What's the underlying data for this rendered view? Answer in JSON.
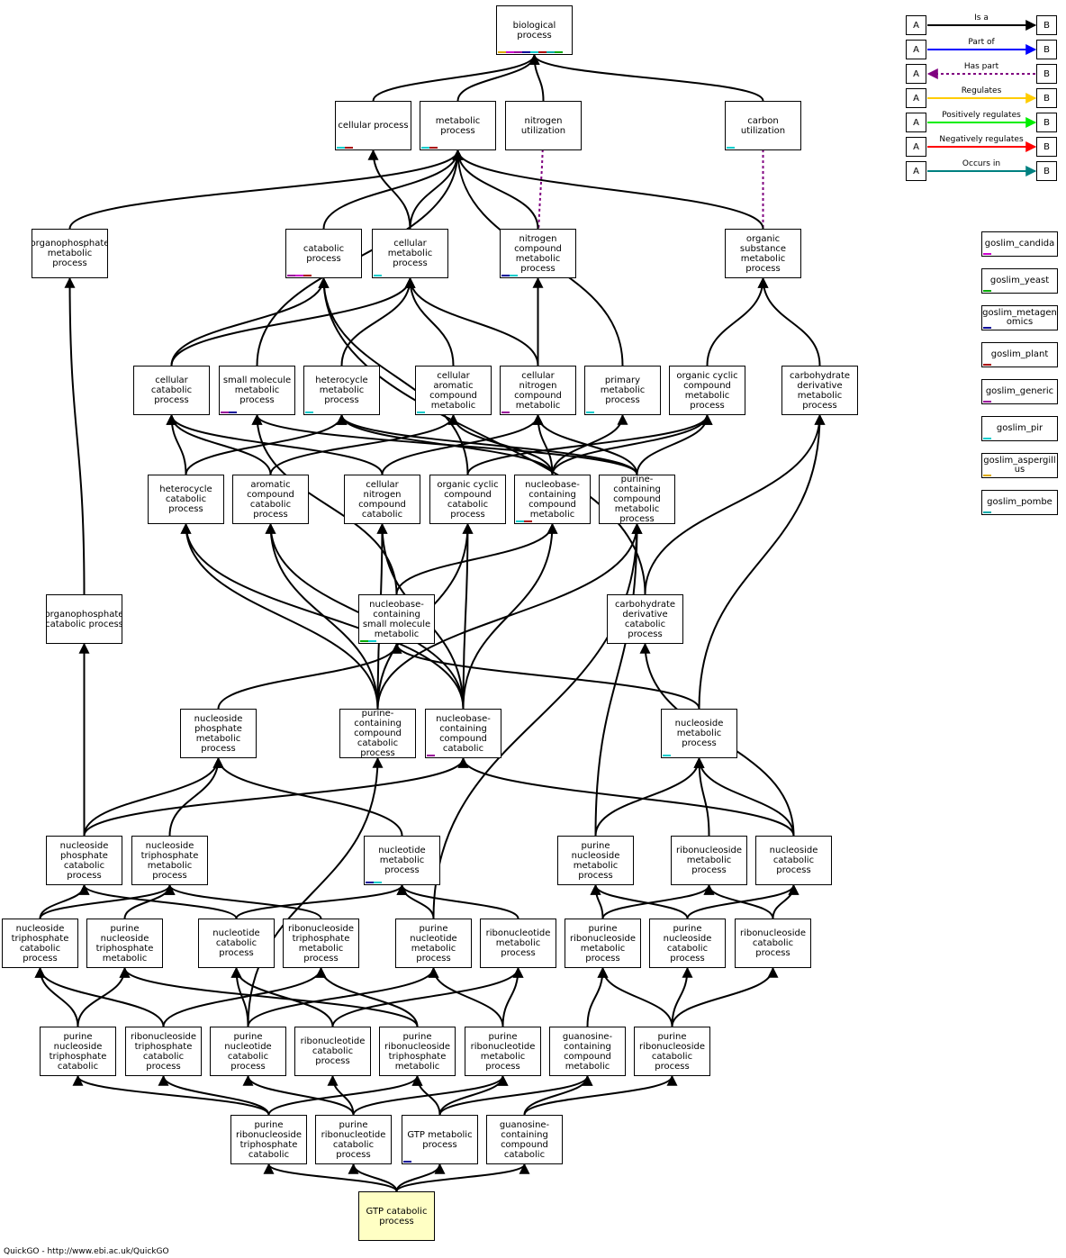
{
  "colors": {
    "is_a": "#000000",
    "part_of": "#0000ff",
    "has_part": "#800080",
    "regulates": "#ffcc00",
    "pos_reg": "#00ee00",
    "neg_reg": "#ff0000",
    "occurs_in": "#008080",
    "goslim_candida": "#cc00cc",
    "goslim_yeast": "#00aa00",
    "goslim_metagenomics": "#000099",
    "goslim_plant": "#aa0000",
    "goslim_generic": "#990099",
    "goslim_pir": "#00cccc",
    "goslim_aspergillus": "#ddaa00",
    "goslim_pombe": "#00aaaa",
    "highlight": "#ffffc4"
  },
  "nodes": [
    {
      "id": "bp",
      "label": "biological process",
      "strips": [
        "goslim_aspergillus",
        "goslim_candida",
        "goslim_generic",
        "goslim_metagenomics",
        "goslim_pir",
        "goslim_plant",
        "goslim_pombe",
        "goslim_yeast"
      ]
    },
    {
      "id": "cellp",
      "label": "cellular process",
      "strips": [
        "goslim_pir",
        "goslim_plant"
      ]
    },
    {
      "id": "metp",
      "label": "metabolic process",
      "strips": [
        "goslim_pir",
        "goslim_plant"
      ]
    },
    {
      "id": "nitu",
      "label": "nitrogen utilization",
      "strips": []
    },
    {
      "id": "carbu",
      "label": "carbon utilization",
      "strips": [
        "goslim_pir"
      ]
    },
    {
      "id": "opmet",
      "label": "organophosphate metabolic process",
      "strips": []
    },
    {
      "id": "catp",
      "label": "catabolic process",
      "strips": [
        "goslim_generic",
        "goslim_candida",
        "goslim_plant"
      ]
    },
    {
      "id": "cellmet",
      "label": "cellular metabolic process",
      "strips": [
        "goslim_pir"
      ]
    },
    {
      "id": "ncmet",
      "label": "nitrogen compound metabolic process",
      "strips": [
        "goslim_metagenomics",
        "goslim_pir"
      ]
    },
    {
      "id": "osmet",
      "label": "organic substance metabolic process",
      "strips": []
    },
    {
      "id": "cellcat",
      "label": "cellular catabolic process",
      "strips": []
    },
    {
      "id": "smmet",
      "label": "small molecule metabolic process",
      "strips": [
        "goslim_generic",
        "goslim_metagenomics"
      ]
    },
    {
      "id": "hetmet",
      "label": "heterocycle metabolic process",
      "strips": [
        "goslim_pir"
      ]
    },
    {
      "id": "camet",
      "label": "cellular aromatic compound metabolic",
      "strips": [
        "goslim_pir"
      ]
    },
    {
      "id": "cnmet",
      "label": "cellular nitrogen compound metabolic",
      "strips": [
        "goslim_generic"
      ]
    },
    {
      "id": "primet",
      "label": "primary metabolic process",
      "strips": [
        "goslim_pir"
      ]
    },
    {
      "id": "occmet",
      "label": "organic cyclic compound metabolic process",
      "strips": []
    },
    {
      "id": "cdmet",
      "label": "carbohydrate derivative metabolic process",
      "strips": []
    },
    {
      "id": "hetcat",
      "label": "heterocycle catabolic process",
      "strips": []
    },
    {
      "id": "accat",
      "label": "aromatic compound catabolic process",
      "strips": []
    },
    {
      "id": "cncat",
      "label": "cellular nitrogen compound catabolic",
      "strips": []
    },
    {
      "id": "occcat",
      "label": "organic cyclic compound catabolic process",
      "strips": []
    },
    {
      "id": "nbcmet",
      "label": "nucleobase-containing compound metabolic",
      "strips": [
        "goslim_pir",
        "goslim_plant"
      ]
    },
    {
      "id": "pcmet",
      "label": "purine-containing compound metabolic process",
      "strips": []
    },
    {
      "id": "opcat",
      "label": "organophosphate catabolic process",
      "strips": []
    },
    {
      "id": "nbsmm",
      "label": "nucleobase-containing small molecule metabolic",
      "strips": [
        "goslim_yeast",
        "goslim_pir"
      ]
    },
    {
      "id": "cdcat",
      "label": "carbohydrate derivative catabolic process",
      "strips": []
    },
    {
      "id": "nspmet",
      "label": "nucleoside phosphate metabolic process",
      "strips": []
    },
    {
      "id": "pccat",
      "label": "purine-containing compound catabolic process",
      "strips": []
    },
    {
      "id": "nbccat",
      "label": "nucleobase-containing compound catabolic",
      "strips": [
        "goslim_generic"
      ]
    },
    {
      "id": "nsmet",
      "label": "nucleoside metabolic process",
      "strips": [
        "goslim_pir"
      ]
    },
    {
      "id": "nspcat",
      "label": "nucleoside phosphate catabolic process",
      "strips": []
    },
    {
      "id": "nstpmet",
      "label": "nucleoside triphosphate metabolic process",
      "strips": []
    },
    {
      "id": "ntmet",
      "label": "nucleotide metabolic process",
      "strips": [
        "goslim_metagenomics",
        "goslim_pir"
      ]
    },
    {
      "id": "pnsmet",
      "label": "purine nucleoside metabolic process",
      "strips": []
    },
    {
      "id": "rnsmet",
      "label": "ribonucleoside metabolic process",
      "strips": []
    },
    {
      "id": "nscat",
      "label": "nucleoside catabolic process",
      "strips": []
    },
    {
      "id": "nstpcat",
      "label": "nucleoside triphosphate catabolic process",
      "strips": []
    },
    {
      "id": "pnstpm",
      "label": "purine nucleoside triphosphate metabolic",
      "strips": []
    },
    {
      "id": "ntcat",
      "label": "nucleotide catabolic process",
      "strips": []
    },
    {
      "id": "rnstpm",
      "label": "ribonucleoside triphosphate metabolic process",
      "strips": []
    },
    {
      "id": "pntmet",
      "label": "purine nucleotide metabolic process",
      "strips": []
    },
    {
      "id": "rntmet",
      "label": "ribonucleotide metabolic process",
      "strips": []
    },
    {
      "id": "prnsmet",
      "label": "purine ribonucleoside metabolic process",
      "strips": []
    },
    {
      "id": "pnscat",
      "label": "purine nucleoside catabolic process",
      "strips": []
    },
    {
      "id": "rnscat",
      "label": "ribonucleoside catabolic process",
      "strips": []
    },
    {
      "id": "pnstpc",
      "label": "purine nucleoside triphosphate catabolic",
      "strips": []
    },
    {
      "id": "rnstpc",
      "label": "ribonucleoside triphosphate catabolic process",
      "strips": []
    },
    {
      "id": "pntcat",
      "label": "purine nucleotide catabolic process",
      "strips": []
    },
    {
      "id": "rntcat",
      "label": "ribonucleotide catabolic process",
      "strips": []
    },
    {
      "id": "prnstpm",
      "label": "purine ribonucleoside triphosphate metabolic",
      "strips": []
    },
    {
      "id": "prntmet",
      "label": "purine ribonucleotide metabolic process",
      "strips": []
    },
    {
      "id": "gccm",
      "label": "guanosine-containing compound metabolic",
      "strips": []
    },
    {
      "id": "prnscat",
      "label": "purine ribonucleoside catabolic process",
      "strips": []
    },
    {
      "id": "prnstpc",
      "label": "purine ribonucleoside triphosphate catabolic",
      "strips": []
    },
    {
      "id": "prntcat",
      "label": "purine ribonucleotide catabolic process",
      "strips": []
    },
    {
      "id": "gtpmet",
      "label": "GTP metabolic process",
      "strips": [
        "goslim_metagenomics"
      ]
    },
    {
      "id": "gccc",
      "label": "guanosine-containing compound catabolic",
      "strips": []
    },
    {
      "id": "gtpcat",
      "label": "GTP catabolic process",
      "strips": [],
      "highlight": true
    }
  ],
  "edges": [
    [
      "cellp",
      "bp",
      "is_a"
    ],
    [
      "metp",
      "bp",
      "is_a"
    ],
    [
      "nitu",
      "bp",
      "is_a"
    ],
    [
      "carbu",
      "bp",
      "is_a"
    ],
    [
      "nitu",
      "ncmet",
      "has_part"
    ],
    [
      "carbu",
      "osmet",
      "has_part"
    ],
    [
      "opmet",
      "metp",
      "is_a"
    ],
    [
      "catp",
      "metp",
      "is_a"
    ],
    [
      "cellmet",
      "metp",
      "is_a"
    ],
    [
      "cellmet",
      "cellp",
      "is_a"
    ],
    [
      "ncmet",
      "metp",
      "is_a"
    ],
    [
      "osmet",
      "metp",
      "is_a"
    ],
    [
      "smmet",
      "metp",
      "is_a"
    ],
    [
      "primet",
      "metp",
      "is_a"
    ],
    [
      "cellcat",
      "catp",
      "is_a"
    ],
    [
      "cellcat",
      "cellmet",
      "is_a"
    ],
    [
      "hetmet",
      "cellmet",
      "is_a"
    ],
    [
      "camet",
      "cellmet",
      "is_a"
    ],
    [
      "cnmet",
      "ncmet",
      "is_a"
    ],
    [
      "cnmet",
      "cellmet",
      "is_a"
    ],
    [
      "occmet",
      "osmet",
      "is_a"
    ],
    [
      "cdmet",
      "osmet",
      "is_a"
    ],
    [
      "hetcat",
      "cellcat",
      "is_a"
    ],
    [
      "hetcat",
      "hetmet",
      "is_a"
    ],
    [
      "accat",
      "cellcat",
      "is_a"
    ],
    [
      "accat",
      "camet",
      "is_a"
    ],
    [
      "cncat",
      "cellcat",
      "is_a"
    ],
    [
      "cncat",
      "cnmet",
      "is_a"
    ],
    [
      "occcat",
      "occmet",
      "is_a"
    ],
    [
      "occcat",
      "catp",
      "is_a"
    ],
    [
      "nbcmet",
      "hetmet",
      "is_a"
    ],
    [
      "nbcmet",
      "camet",
      "is_a"
    ],
    [
      "nbcmet",
      "cnmet",
      "is_a"
    ],
    [
      "nbcmet",
      "occmet",
      "is_a"
    ],
    [
      "nbcmet",
      "primet",
      "is_a"
    ],
    [
      "pcmet",
      "smmet",
      "is_a"
    ],
    [
      "pcmet",
      "cnmet",
      "is_a"
    ],
    [
      "pcmet",
      "occmet",
      "is_a"
    ],
    [
      "pcmet",
      "hetmet",
      "is_a"
    ],
    [
      "opcat",
      "opmet",
      "is_a"
    ],
    [
      "nbsmm",
      "nbcmet",
      "is_a"
    ],
    [
      "nbsmm",
      "smmet",
      "is_a"
    ],
    [
      "cdcat",
      "cdmet",
      "is_a"
    ],
    [
      "cdcat",
      "catp",
      "is_a"
    ],
    [
      "nspmet",
      "nbsmm",
      "is_a"
    ],
    [
      "pccat",
      "pcmet",
      "is_a"
    ],
    [
      "pccat",
      "hetcat",
      "is_a"
    ],
    [
      "pccat",
      "accat",
      "is_a"
    ],
    [
      "pccat",
      "cncat",
      "is_a"
    ],
    [
      "pccat",
      "occcat",
      "is_a"
    ],
    [
      "nbccat",
      "nbcmet",
      "is_a"
    ],
    [
      "nbccat",
      "hetcat",
      "is_a"
    ],
    [
      "nbccat",
      "accat",
      "is_a"
    ],
    [
      "nbccat",
      "cncat",
      "is_a"
    ],
    [
      "nbccat",
      "occcat",
      "is_a"
    ],
    [
      "nsmet",
      "nbsmm",
      "is_a"
    ],
    [
      "nsmet",
      "cdmet",
      "is_a"
    ],
    [
      "nspcat",
      "nspmet",
      "is_a"
    ],
    [
      "nspcat",
      "opcat",
      "is_a"
    ],
    [
      "nspcat",
      "nbccat",
      "is_a"
    ],
    [
      "nstpmet",
      "nspmet",
      "is_a"
    ],
    [
      "ntmet",
      "nspmet",
      "is_a"
    ],
    [
      "pnsmet",
      "nsmet",
      "is_a"
    ],
    [
      "pnsmet",
      "pcmet",
      "is_a"
    ],
    [
      "rnsmet",
      "nsmet",
      "is_a"
    ],
    [
      "nscat",
      "nsmet",
      "is_a"
    ],
    [
      "nscat",
      "nbccat",
      "is_a"
    ],
    [
      "nscat",
      "cdcat",
      "is_a"
    ],
    [
      "nstpcat",
      "nspcat",
      "is_a"
    ],
    [
      "nstpcat",
      "nstpmet",
      "is_a"
    ],
    [
      "pnstpm",
      "nstpmet",
      "is_a"
    ],
    [
      "ntcat",
      "ntmet",
      "is_a"
    ],
    [
      "ntcat",
      "nspcat",
      "is_a"
    ],
    [
      "rnstpm",
      "nstpmet",
      "is_a"
    ],
    [
      "pntmet",
      "ntmet",
      "is_a"
    ],
    [
      "pntmet",
      "pcmet",
      "is_a"
    ],
    [
      "rntmet",
      "ntmet",
      "is_a"
    ],
    [
      "prnsmet",
      "pnsmet",
      "is_a"
    ],
    [
      "prnsmet",
      "rnsmet",
      "is_a"
    ],
    [
      "pnscat",
      "pnsmet",
      "is_a"
    ],
    [
      "pnscat",
      "nscat",
      "is_a"
    ],
    [
      "rnscat",
      "rnsmet",
      "is_a"
    ],
    [
      "rnscat",
      "nscat",
      "is_a"
    ],
    [
      "pnstpc",
      "nstpcat",
      "is_a"
    ],
    [
      "pnstpc",
      "pnstpm",
      "is_a"
    ],
    [
      "rnstpc",
      "nstpcat",
      "is_a"
    ],
    [
      "rnstpc",
      "rnstpm",
      "is_a"
    ],
    [
      "pntcat",
      "ntcat",
      "is_a"
    ],
    [
      "pntcat",
      "pntmet",
      "is_a"
    ],
    [
      "pntcat",
      "pccat",
      "is_a"
    ],
    [
      "rntcat",
      "ntcat",
      "is_a"
    ],
    [
      "rntcat",
      "rntmet",
      "is_a"
    ],
    [
      "prnstpm",
      "pnstpm",
      "is_a"
    ],
    [
      "prnstpm",
      "rnstpm",
      "is_a"
    ],
    [
      "prntmet",
      "pntmet",
      "is_a"
    ],
    [
      "prntmet",
      "rntmet",
      "is_a"
    ],
    [
      "gccm",
      "prnsmet",
      "is_a"
    ],
    [
      "prnscat",
      "prnsmet",
      "is_a"
    ],
    [
      "prnscat",
      "pnscat",
      "is_a"
    ],
    [
      "prnscat",
      "rnscat",
      "is_a"
    ],
    [
      "prnstpc",
      "pnstpc",
      "is_a"
    ],
    [
      "prnstpc",
      "rnstpc",
      "is_a"
    ],
    [
      "prnstpc",
      "prnstpm",
      "is_a"
    ],
    [
      "prntcat",
      "pntcat",
      "is_a"
    ],
    [
      "prntcat",
      "rntcat",
      "is_a"
    ],
    [
      "prntcat",
      "prntmet",
      "is_a"
    ],
    [
      "gtpmet",
      "prnstpm",
      "is_a"
    ],
    [
      "gtpmet",
      "prntmet",
      "is_a"
    ],
    [
      "gtpmet",
      "gccm",
      "is_a"
    ],
    [
      "gccc",
      "gccm",
      "is_a"
    ],
    [
      "gccc",
      "prnscat",
      "is_a"
    ],
    [
      "gtpcat",
      "prnstpc",
      "is_a"
    ],
    [
      "gtpcat",
      "prntcat",
      "is_a"
    ],
    [
      "gtpcat",
      "gtpmet",
      "is_a"
    ],
    [
      "gtpcat",
      "gccc",
      "is_a"
    ]
  ],
  "legend": [
    {
      "a": "A",
      "b": "B",
      "label": "Is a",
      "type": "is_a"
    },
    {
      "a": "A",
      "b": "B",
      "label": "Part of",
      "type": "part_of"
    },
    {
      "a": "A",
      "b": "B",
      "label": "Has part",
      "type": "has_part"
    },
    {
      "a": "A",
      "b": "B",
      "label": "Regulates",
      "type": "regulates"
    },
    {
      "a": "A",
      "b": "B",
      "label": "Positively regulates",
      "type": "pos_reg"
    },
    {
      "a": "A",
      "b": "B",
      "label": "Negatively regulates",
      "type": "neg_reg"
    },
    {
      "a": "A",
      "b": "B",
      "label": "Occurs in",
      "type": "occurs_in"
    }
  ],
  "slims": [
    {
      "label": "goslim_candida",
      "key": "goslim_candida"
    },
    {
      "label": "goslim_yeast",
      "key": "goslim_yeast"
    },
    {
      "label": "goslim_metagenomics",
      "key": "goslim_metagenomics"
    },
    {
      "label": "goslim_plant",
      "key": "goslim_plant"
    },
    {
      "label": "goslim_generic",
      "key": "goslim_generic"
    },
    {
      "label": "goslim_pir",
      "key": "goslim_pir"
    },
    {
      "label": "goslim_aspergillus",
      "key": "goslim_aspergillus"
    },
    {
      "label": "goslim_pombe",
      "key": "goslim_pombe"
    }
  ],
  "footer": "QuickGO - http://www.ebi.ac.uk/QuickGO"
}
